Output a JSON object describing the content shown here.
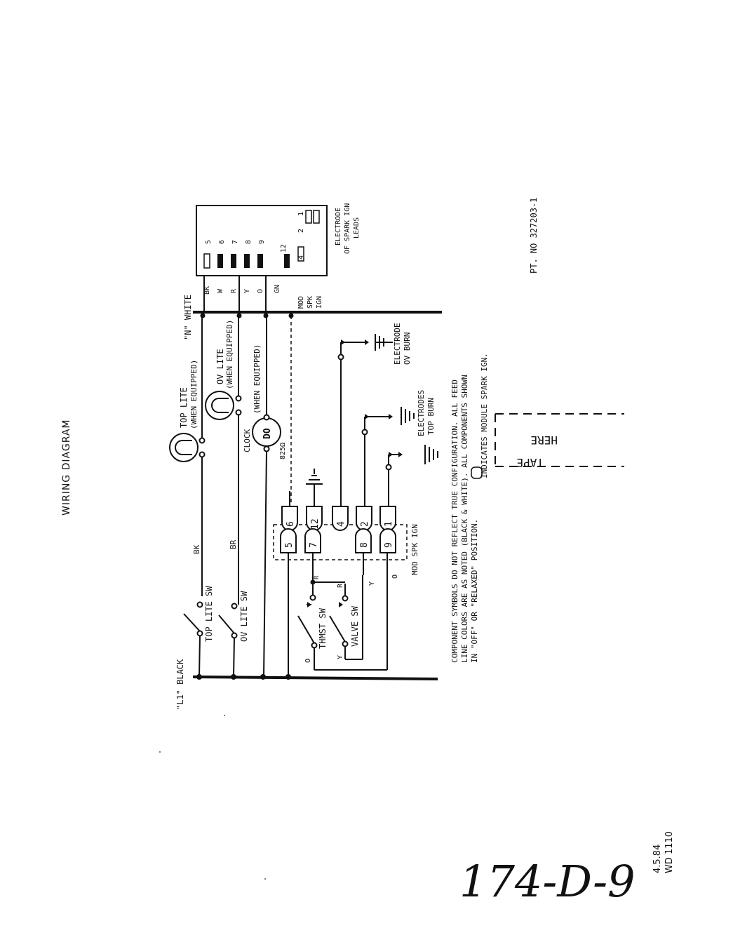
{
  "title": "WIRING DIAGRAM",
  "part_number": "PT. NO 327203-1",
  "date_code": "4.5.84",
  "drawing_code": "WD 1110",
  "handwritten_code": "174-D-9",
  "lines": {
    "l1": "\"L1\" BLACK",
    "n": "\"N\" WHITE"
  },
  "labels": {
    "top_lite": "TOP LITE",
    "when_equipped": "(WHEN EQUIPPED)",
    "ov_lite": "OV LITE",
    "clock": "CLOCK",
    "clock_when_equipped": "(WHEN EQUIPPED)",
    "clock_dial": "DO",
    "resistor": "825Ω",
    "top_lite_sw": "TOP LITE SW",
    "ov_lite_sw": "OV LITE SW",
    "thmst_sw": "THMST SW",
    "valve_sw": "VALVE SW",
    "mod_spk_ign": "MOD SPK IGN",
    "electrode_ov_burn_1": "ELECTRODE",
    "electrode_ov_burn_2": "OV BURN",
    "electrodes_top_burn_1": "ELECTRODES",
    "electrodes_top_burn_2": "TOP BURN",
    "electrode_spark_1": "ELECTRODE",
    "electrode_spark_2": "OF SPARK IGN",
    "electrode_spark_3": "LEADS",
    "mod_block_1": "MOD",
    "mod_block_2": "SPK",
    "mod_block_3": "IGN"
  },
  "wires": {
    "bk": "BK",
    "br": "BR",
    "o": "O",
    "y": "Y",
    "r": "R"
  },
  "terminals": {
    "upper_row": [
      "6",
      "12",
      "4",
      "2",
      "1"
    ],
    "lower_row": [
      "5",
      "7",
      "8",
      "9"
    ],
    "module": [
      "5",
      "6",
      "7",
      "8",
      "9",
      "12",
      "4",
      "2",
      "1"
    ],
    "module_colors": [
      "BK",
      "W",
      "R",
      "Y",
      "O",
      "GN"
    ]
  },
  "notes": {
    "line1": "COMPONENT SYMBOLS DO NOT REFLECT TRUE CONFIGURATION.  ALL FEED",
    "line2": "LINE COLORS ARE AS NOTED (BLACK & WHITE).  ALL COMPONENTS SHOWN",
    "line3": "IN \"OFF\" OR \"RELAXED\" POSITION.",
    "line4": "INDICATES MODULE SPARK IGN."
  },
  "tape": {
    "line1": "TAPE",
    "line2": "HERE"
  }
}
